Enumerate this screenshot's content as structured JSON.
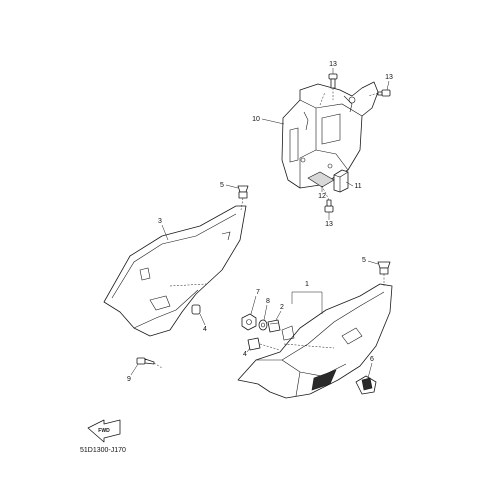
{
  "diagram": {
    "callouts": [
      "1",
      "2",
      "3",
      "4",
      "4",
      "5",
      "5",
      "6",
      "7",
      "8",
      "9",
      "10",
      "11",
      "12",
      "13",
      "13",
      "13"
    ],
    "fwd_label": "FWD",
    "code": "51D1300-J170"
  }
}
